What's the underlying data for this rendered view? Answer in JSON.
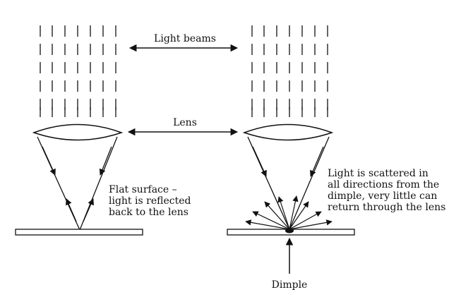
{
  "diagram": {
    "labels": {
      "light_beams": "Light beams",
      "lens": "Lens",
      "flat_surface": [
        "Flat surface –",
        "light is reflected",
        "back to the lens"
      ],
      "scattered": [
        "Light is scattered in",
        "all  directions from the",
        "dimple, very little can",
        "return through the lens"
      ],
      "dimple": "Dimple"
    },
    "colors": {
      "ink": "#111111"
    }
  }
}
